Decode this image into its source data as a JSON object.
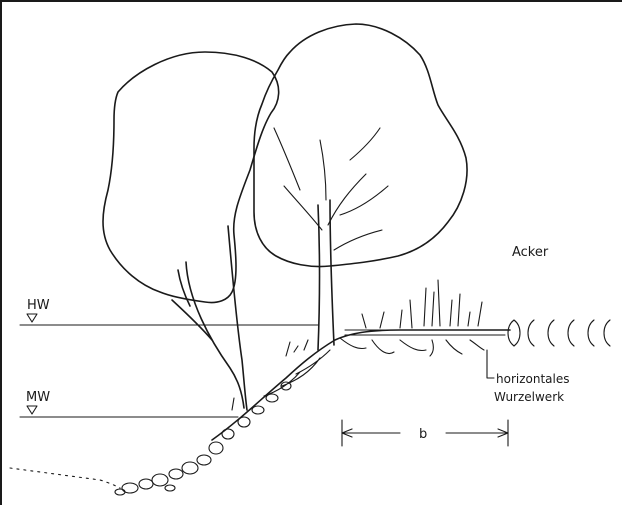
{
  "labels": {
    "field": "Acker",
    "high_water": "HW",
    "mean_water": "MW",
    "roots_line1": "horizontales",
    "roots_line2": "Wurzelwerk",
    "width": "b"
  }
}
